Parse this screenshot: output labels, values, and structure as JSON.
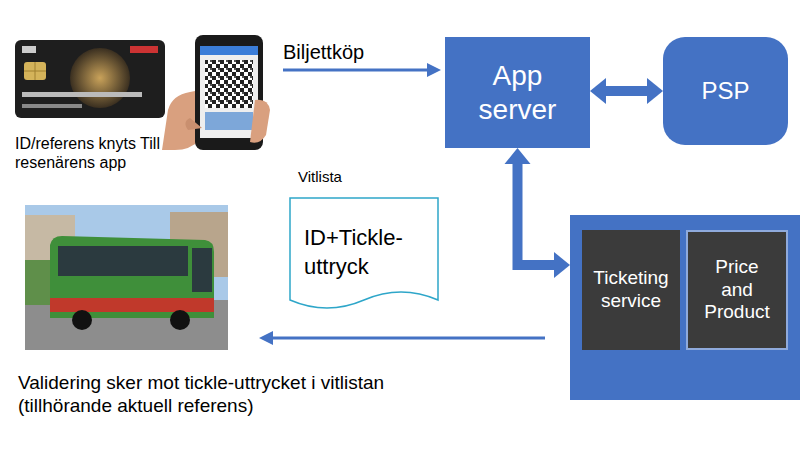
{
  "diagram": {
    "nodes": [
      {
        "text": [
          "App server"
        ]
      },
      {
        "text": [
          "PSP"
        ]
      },
      {
        "text": []
      },
      {
        "text": [
          "Ticketing service"
        ],
        "in": 2
      },
      {
        "text": [
          "Price and Product"
        ],
        "in": 2
      },
      {
        "text": [
          "Vitlista",
          "ID+Tickle-uttryck"
        ]
      }
    ],
    "edges": [
      {
        "from": 0,
        "to": 1,
        "arrow": "both"
      },
      {
        "from": 0,
        "to": 2,
        "arrow": "both"
      }
    ],
    "labels": [
      "Biljettköp",
      "ID/referens knyts Till resenärens app",
      "Validering sker mot tickle-uttrycket i vitlistan (tillhörande aktuell referens)"
    ]
  }
}
